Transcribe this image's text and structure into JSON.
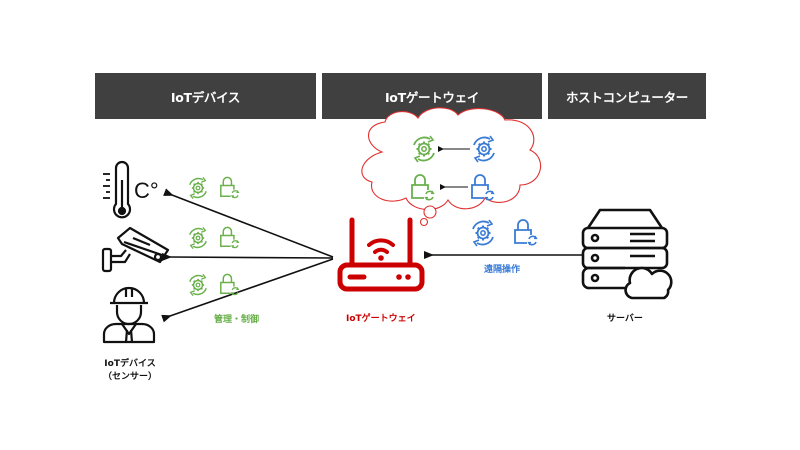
{
  "headers": {
    "devices": "IoTデバイス",
    "gateway": "IoTゲートウェイ",
    "host": "ホストコンピューター"
  },
  "labels": {
    "manage_control": "管理・制御",
    "remote_operation": "遠隔操作",
    "gateway": "IoTゲートウェイ",
    "server": "サーバー",
    "device_line1": "IoTデバイス",
    "device_line2": "（センサー）",
    "thermometer_unit": "C°"
  },
  "colors": {
    "header_bg": "#404040",
    "header_text": "#ffffff",
    "green": "#6ab04c",
    "blue": "#3a7bd5",
    "red": "#cc0000",
    "cloud_stroke": "#e03030",
    "black": "#111111"
  },
  "icons": {
    "devices": [
      "thermometer-icon",
      "security-camera-icon",
      "worker-helmet-icon"
    ],
    "gateway": "wifi-router-icon",
    "host": "cloud-server-icon",
    "settings_update": "gear-refresh-icon",
    "lock_update": "lock-refresh-icon"
  }
}
